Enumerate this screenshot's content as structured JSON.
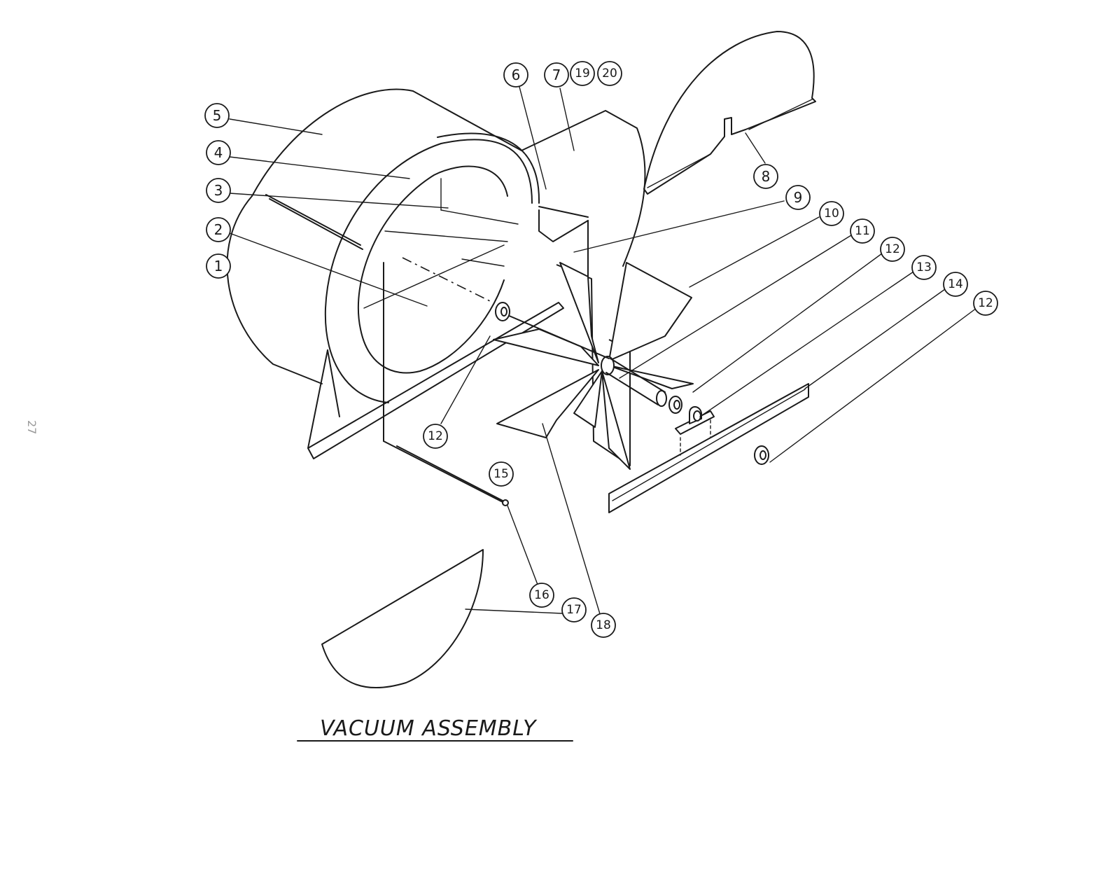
{
  "title": "VACUUM ASSEMBLY",
  "margin_mark": "27",
  "callouts": [
    "1",
    "2",
    "3",
    "4",
    "5",
    "6",
    "7",
    "19",
    "20",
    "8",
    "9",
    "10",
    "11",
    "12",
    "13",
    "14",
    "12",
    "12",
    "15",
    "16",
    "17",
    "18"
  ],
  "colors": {
    "ink": "#1a1a1a",
    "paper": "#ffffff"
  }
}
